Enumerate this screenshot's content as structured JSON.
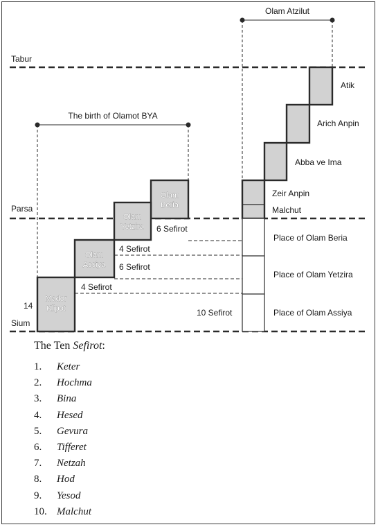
{
  "colors": {
    "box_fill": "#d2d2d2",
    "line": "#2a2a2a"
  },
  "levels": {
    "tabur": "Tabur",
    "parsa": "Parsa",
    "sium": "Sium",
    "sium_number": "14"
  },
  "brackets": {
    "birth_bya": "The birth of Olamot BYA",
    "atzilut": "Olam Atzilut"
  },
  "atzilut_parts": {
    "atik": "Atik",
    "arich_anpin": "Arich Anpin",
    "abba_ve_ima": "Abba ve Ima",
    "zeir_anpin": "Zeir Anpin",
    "malchut": "Malchut"
  },
  "boxes": {
    "mador_klipot": [
      "Mador",
      "Klipot"
    ],
    "olam_assiya": [
      "Olam",
      "Assiya"
    ],
    "olam_yetzira": [
      "Olam",
      "Yetzira"
    ],
    "olam_beria": [
      "Olam",
      "Beria"
    ]
  },
  "sefirot_labels": {
    "beria_6": "6 Sefirot",
    "yetzira_4": "4 Sefirot",
    "yetzira_6": "6 Sefirot",
    "assiya_4": "4 Sefirot",
    "assiya_10": "10 Sefirot"
  },
  "places": {
    "beria": "Place of Olam Beria",
    "yetzira": "Place of Olam Yetzira",
    "assiya": "Place of Olam Assiya"
  },
  "legend": {
    "title_plain": "The Ten ",
    "title_italic": "Sefirot",
    "title_colon": ":",
    "items": [
      {
        "num": "1.",
        "name": "Keter"
      },
      {
        "num": "2.",
        "name": "Hochma"
      },
      {
        "num": "3.",
        "name": "Bina"
      },
      {
        "num": "4.",
        "name": "Hesed"
      },
      {
        "num": "5.",
        "name": "Gevura"
      },
      {
        "num": "6.",
        "name": "Tifferet"
      },
      {
        "num": "7.",
        "name": "Netzah"
      },
      {
        "num": "8.",
        "name": "Hod"
      },
      {
        "num": "9.",
        "name": "Yesod"
      },
      {
        "num": "10.",
        "name": "Malchut"
      }
    ]
  }
}
